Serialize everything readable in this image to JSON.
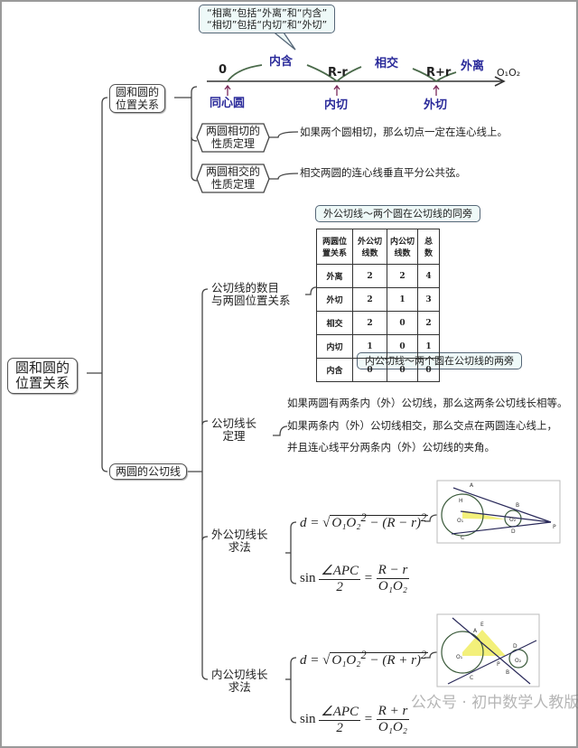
{
  "root": {
    "label_line1": "圆和圆的",
    "label_line2": "位置关系"
  },
  "branch_position": {
    "label_line1": "圆和圆的",
    "label_line2": "位置关系",
    "callout_line1": "“相离”包括“外离”和“内含”",
    "callout_line2": "“相切”包括“内切”和“外切”",
    "number_line": {
      "ticks": [
        "0",
        "R-r",
        "R+r"
      ],
      "regions": [
        "内含",
        "相交",
        "外离"
      ],
      "axis_label": "O₁O₂",
      "points": [
        "同心圆",
        "内切",
        "外切"
      ]
    },
    "tangent_theorem": {
      "label_line1": "两圆相切的",
      "label_line2": "性质定理",
      "text": "如果两个圆相切，那么切点一定在连心线上。"
    },
    "intersect_theorem": {
      "label_line1": "两圆相交的",
      "label_line2": "性质定理",
      "text": "相交两圆的连心线垂直平分公共弦。"
    }
  },
  "branch_tangents": {
    "label": "两圆的公切线",
    "count": {
      "label_line1": "公切线的数目",
      "label_line2": "与两圆位置关系",
      "callout_top": "外公切线～两个圆在公切线的同旁",
      "callout_bottom": "内公切线～两个圆在公切线的两旁",
      "table": {
        "headers": [
          [
            "两圆位",
            "置关系"
          ],
          [
            "外公切",
            "线数"
          ],
          [
            "内公切",
            "线数"
          ],
          [
            "总",
            "数"
          ]
        ],
        "rows": [
          [
            "外离",
            "2",
            "2",
            "4"
          ],
          [
            "外切",
            "2",
            "1",
            "3"
          ],
          [
            "相交",
            "2",
            "0",
            "2"
          ],
          [
            "内切",
            "1",
            "0",
            "1"
          ],
          [
            "内含",
            "0",
            "0",
            "0"
          ]
        ]
      }
    },
    "length_theorem": {
      "label_line1": "公切线长",
      "label_line2": "定理",
      "lines": [
        "如果两圆有两条内（外）公切线，那么这两条公切线长相等。",
        "如果两条内（外）公切线相交，那么交点在两圆连心线上，",
        "并且连心线平分两条内（外）公切线的夹角。"
      ]
    },
    "external": {
      "label_line1": "外公切线长",
      "label_line2": "求法",
      "formula_d": {
        "lhs": "d =",
        "radicand_a": "O₁O₂",
        "radicand_b": "− (R − r)",
        "exp": "2"
      },
      "formula_sin": {
        "sin": "sin",
        "num": "∠APC",
        "den": "2",
        "eq": "=",
        "rnum": "R − r",
        "rden": "O₁O₂"
      },
      "figure_labels": [
        "A",
        "H",
        "B",
        "O₁",
        "O₂",
        "P",
        "C",
        "D"
      ]
    },
    "internal": {
      "label_line1": "内公切线长",
      "label_line2": "求法",
      "formula_d": {
        "lhs": "d =",
        "radicand_a": "O₁O₂",
        "radicand_b": "− (R + r)",
        "exp": "2"
      },
      "formula_sin": {
        "sin": "sin",
        "num": "∠APC",
        "den": "2",
        "eq": "=",
        "rnum": "R + r",
        "rden": "O₁O₂"
      },
      "figure_labels": [
        "E",
        "A",
        "D",
        "O₁",
        "P",
        "O₂",
        "C",
        "B"
      ]
    }
  },
  "watermark": "公众号 · 初中数学人教版",
  "colors": {
    "region_text": "#2a2a9a",
    "arrow": "#7a2a5a",
    "arc": "#4a6a4a",
    "callout_bg": "#eef9f8",
    "highlight": "#f3f07a"
  }
}
